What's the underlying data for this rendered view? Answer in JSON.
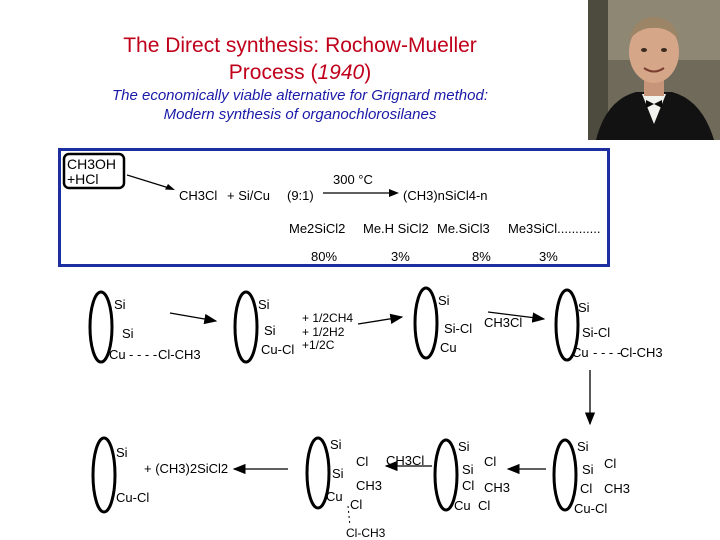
{
  "slide": {
    "title_line1": "The Direct synthesis: Rochow-Mueller",
    "title_prefix": "Process (",
    "title_year": "1940",
    "title_suffix": ")",
    "subtitle_line1": "The economically viable alternative for Grignard method:",
    "subtitle_line2": "Modern synthesis of organochlorosilanes"
  },
  "photo": {
    "icon": "portrait-photo-icon"
  },
  "reaction": {
    "source_line1": "CH3OH",
    "source_line2": "+HCl",
    "reactant_a": "CH3Cl",
    "plus": "+ Si/Cu",
    "ratio": "(9:1)",
    "temperature": "300 °C",
    "product": "(CH3)nSiCl4-n",
    "distribution": [
      {
        "name": "Me2SiCl2",
        "percent": "80%"
      },
      {
        "name": "Me.H SiCl2",
        "percent": "3%"
      },
      {
        "name": "Me.SiCl3",
        "percent": "8%"
      },
      {
        "name": "Me3SiCl............",
        "percent": "3%"
      }
    ]
  },
  "mechanism": {
    "s1": {
      "si_top": "Si",
      "si_mid": "Si",
      "cu": "Cu",
      "dash": "- - - -",
      "cl": "Cl-CH3"
    },
    "s2": {
      "si_top": "Si",
      "si_mid": "Si",
      "cucl": "Cu-Cl"
    },
    "byproducts": [
      "+ 1/2CH4",
      "+ 1/2H2",
      "+1/2C"
    ],
    "s3": {
      "si_top": "Si",
      "sicl": "Si-Cl",
      "cu": "Cu"
    },
    "reagent_ch3cl": "CH3Cl",
    "s4": {
      "si_top": "Si",
      "sicl": "Si-Cl",
      "cu": "Cu",
      "dash": "- - - -",
      "cl": "Cl-CH3"
    },
    "s5": {
      "si_top": "Si",
      "si2": "Si",
      "cl1": "Cl",
      "cl2": "Cl",
      "ch3": "CH3",
      "cucl": "Cu-Cl"
    },
    "s6": {
      "si_top": "Si",
      "si2": "Si",
      "cl1": "Cl",
      "cl2": "Cl",
      "ch3": "CH3",
      "cu": "Cu",
      "cl3": "Cl"
    },
    "reagent2_ch3cl": "CH3Cl",
    "s7": {
      "si_top": "Si",
      "si2": "Si",
      "cl1": "Cl",
      "ch3": "CH3",
      "cu": "Cu",
      "cl2": "Cl",
      "clch3": "Cl-CH3"
    },
    "s8": {
      "si": "Si",
      "product": "+ (CH3)2SiCl2",
      "cucl": "Cu-Cl"
    }
  }
}
